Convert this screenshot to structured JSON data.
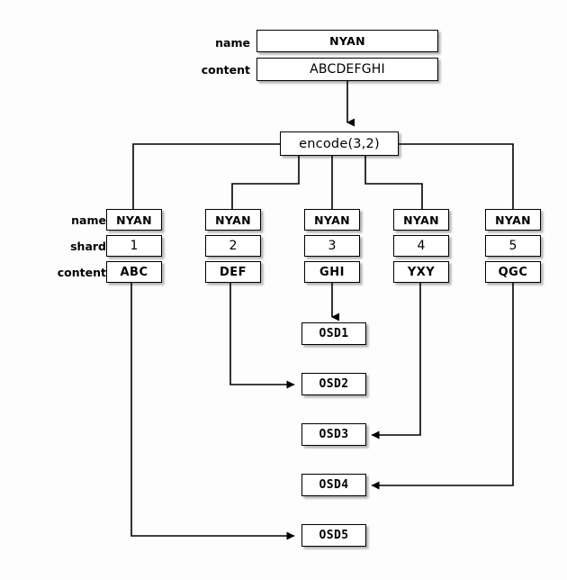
{
  "diagram": {
    "title": "ceph-erasure-coding-shard-placement",
    "background": "#fdfdfd",
    "line_color": "#000000",
    "box_fill": "#ffffff",
    "box_stroke": "#000000"
  },
  "object": {
    "labels": {
      "name": "name",
      "content": "content"
    },
    "name_value": "NYAN",
    "content_value": "ABCDEFGHI"
  },
  "encode": {
    "label": "encode(3,2)"
  },
  "shard_labels": {
    "name": "name",
    "shard": "shard",
    "content": "content"
  },
  "shards": [
    {
      "name": "NYAN",
      "shard": "1",
      "content": "ABC",
      "target": "OSD5"
    },
    {
      "name": "NYAN",
      "shard": "2",
      "content": "DEF",
      "target": "OSD2"
    },
    {
      "name": "NYAN",
      "shard": "3",
      "content": "GHI",
      "target": "OSD1"
    },
    {
      "name": "NYAN",
      "shard": "4",
      "content": "YXY",
      "target": "OSD3"
    },
    {
      "name": "NYAN",
      "shard": "5",
      "content": "QGC",
      "target": "OSD4"
    }
  ],
  "osds": [
    {
      "label": "OSD1"
    },
    {
      "label": "OSD2"
    },
    {
      "label": "OSD3"
    },
    {
      "label": "OSD4"
    },
    {
      "label": "OSD5"
    }
  ]
}
